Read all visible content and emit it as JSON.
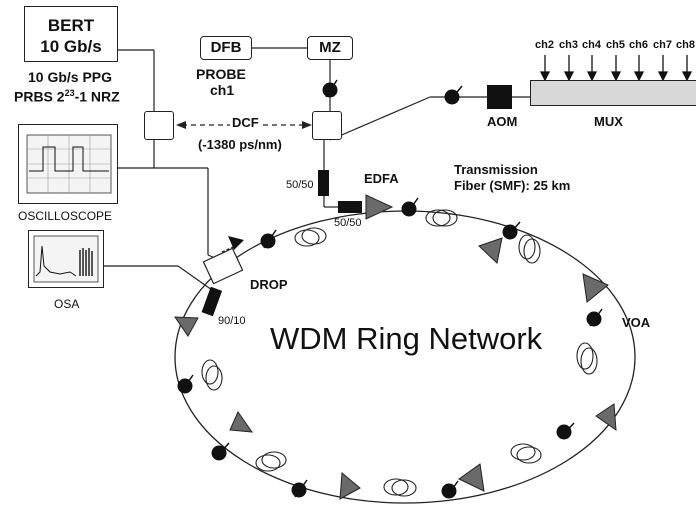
{
  "bert": {
    "line1": "BERT",
    "line2": "10 Gb/s"
  },
  "dfb_label": "DFB",
  "mz_label": "MZ",
  "probe": {
    "line1": "PROBE",
    "line2": "ch1"
  },
  "ppg": {
    "line1": "10 Gb/s PPG",
    "line2_prefix": "PRBS 2",
    "line2_sup": "23",
    "line2_suffix": "-1 NRZ"
  },
  "oscilloscope_label": "OSCILLOSCOPE",
  "osa_label": "OSA",
  "dcf": {
    "label": "DCF",
    "dispersion": "(-1380 ps/nm)"
  },
  "coupler_5050_left": "50/50",
  "coupler_5050_right": "50/50",
  "edfa_label": "EDFA",
  "transmission": {
    "line1": "Transmission",
    "line2": "Fiber (SMF): 25 km"
  },
  "aom_label": "AOM",
  "mux_label": "MUX",
  "channels": [
    "ch2",
    "ch3",
    "ch4",
    "ch5",
    "ch6",
    "ch7",
    "ch8"
  ],
  "drop_label": "DROP",
  "coupler_9010": "90/10",
  "voa_label": "VOA",
  "ring_title": "WDM Ring Network"
}
